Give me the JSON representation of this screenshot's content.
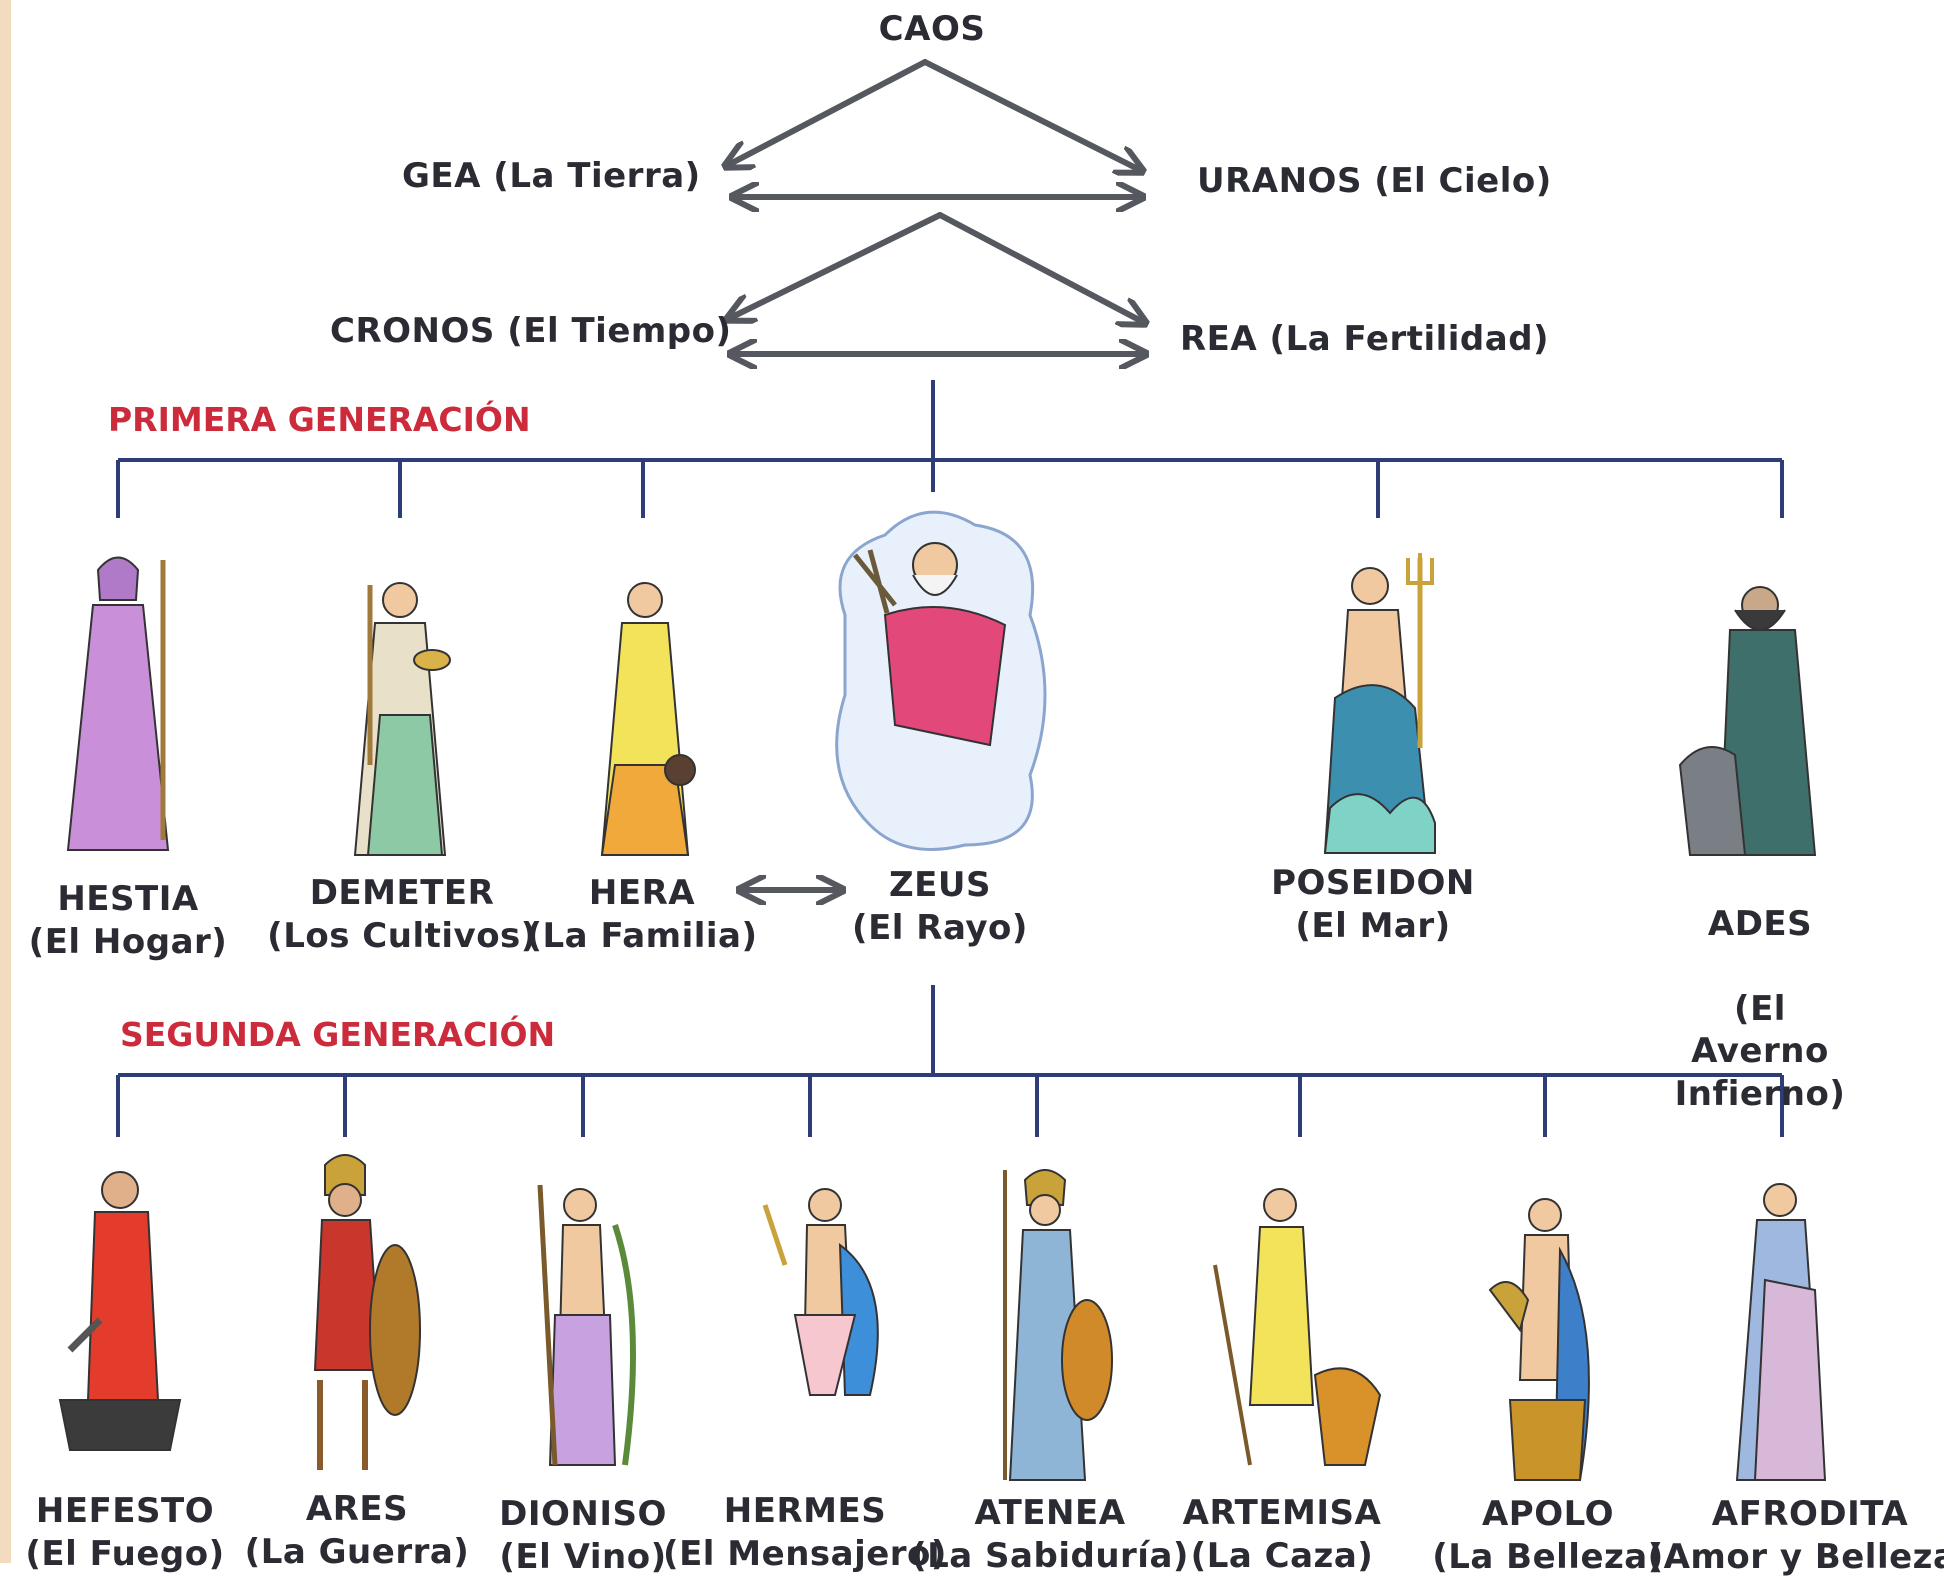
{
  "colors": {
    "arrow": "#55585f",
    "tree_line": "#2e3d78",
    "generation_title": "#cc2b3c",
    "label": "#2b2b33"
  },
  "primordial": {
    "caos": "CAOS",
    "gea": "GEA (La Tierra)",
    "uranos": "URANOS (El Cielo)",
    "cronos": "CRONOS (El Tiempo)",
    "rea": "REA (La Fertilidad)"
  },
  "first_generation": {
    "title": "PRIMERA GENERACIÓN",
    "gods": [
      {
        "name": "HESTIA",
        "domain": "(El Hogar)",
        "icon": "hestia-figure"
      },
      {
        "name": "DEMETER",
        "domain": "(Los Cultivos)",
        "icon": "demeter-figure"
      },
      {
        "name": "HERA",
        "domain": "(La Familia)",
        "icon": "hera-figure"
      },
      {
        "name": "ZEUS",
        "domain": "(El Rayo)",
        "icon": "zeus-figure"
      },
      {
        "name": "POSEIDON",
        "domain": "(El Mar)",
        "icon": "poseidon-figure"
      },
      {
        "name": "ADES",
        "domain": "(El Averno\nInfierno)",
        "icon": "ades-figure"
      }
    ]
  },
  "second_generation": {
    "title": "SEGUNDA GENERACIÓN",
    "gods": [
      {
        "name": "HEFESTO",
        "domain": "(El Fuego)",
        "icon": "hefesto-figure"
      },
      {
        "name": "ARES",
        "domain": "(La Guerra)",
        "icon": "ares-figure"
      },
      {
        "name": "DIONISO",
        "domain": "(El Vino)",
        "icon": "dioniso-figure"
      },
      {
        "name": "HERMES",
        "domain": "(El Mensajero)",
        "icon": "hermes-figure"
      },
      {
        "name": "ATENEA",
        "domain": "(La Sabiduría)",
        "icon": "atenea-figure"
      },
      {
        "name": "ARTEMISA",
        "domain": "(La Caza)",
        "icon": "artemisa-figure"
      },
      {
        "name": "APOLO",
        "domain": "(La Belleza)",
        "icon": "apolo-figure"
      },
      {
        "name": "AFRODITA",
        "domain": "(Amor y Belleza)",
        "icon": "afrodita-figure"
      }
    ]
  }
}
